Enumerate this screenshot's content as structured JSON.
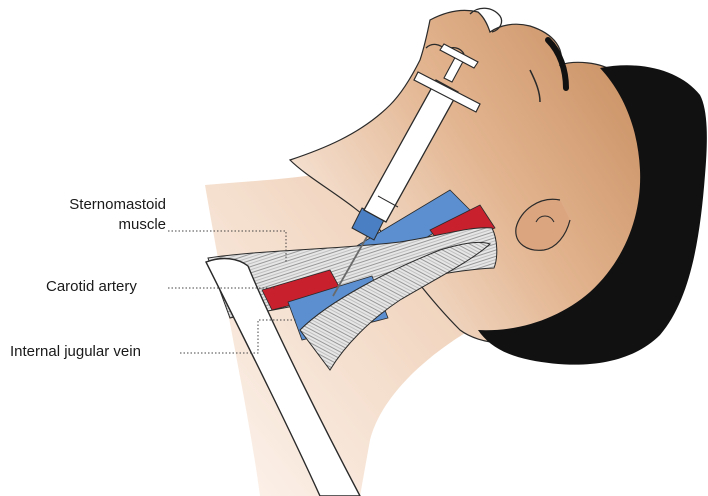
{
  "labels": {
    "sternomastoid_line1": "Sternomastoid",
    "sternomastoid_line2": "muscle",
    "carotid": "Carotid artery",
    "jugular": "Internal jugular vein"
  },
  "colors": {
    "skin_dark": "#d9a57c",
    "skin_light": "#f6e3d4",
    "hair": "#111111",
    "muscle": "#e4e4e4",
    "muscle_fibre": "#8f8f8f",
    "artery": "#c8202c",
    "vein": "#5b8fd0",
    "outline": "#222222"
  }
}
